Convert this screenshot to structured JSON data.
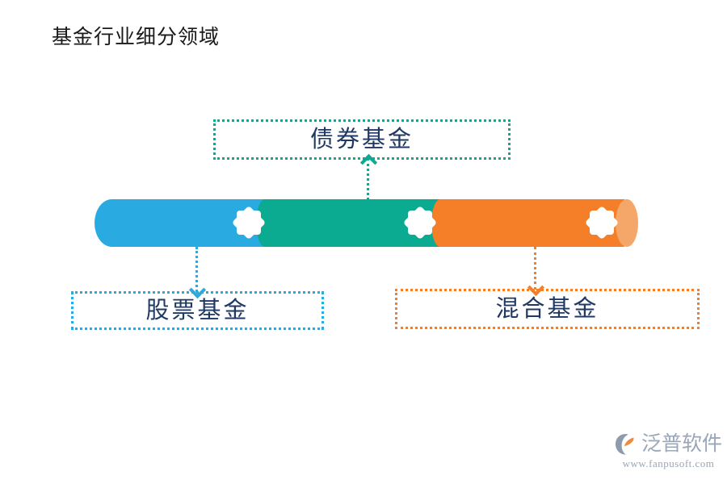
{
  "page": {
    "title": "基金行业细分领域",
    "background_color": "#FFFFFF"
  },
  "colors": {
    "blue": "#29ABE2",
    "green": "#0BAB92",
    "orange": "#F47F28",
    "orange_light": "#F4A768",
    "text_navy": "#1F3864",
    "title_black": "#1A1A1A",
    "watermark_gray": "#9AA7B8"
  },
  "diagram": {
    "type": "cylinder-segments",
    "segments": [
      {
        "id": "blue",
        "label_ref": "stock-fund",
        "color": "#29ABE2",
        "icon": "eight-point-star-icon"
      },
      {
        "id": "green",
        "label_ref": "bond-fund",
        "color": "#0BAB92",
        "icon": "eight-point-star-icon"
      },
      {
        "id": "orange",
        "label_ref": "mixed-fund",
        "color": "#F47F28",
        "icon": "eight-point-star-icon"
      }
    ],
    "labels": {
      "bond_fund": {
        "text": "债券基金",
        "border_color": "#0BAB92",
        "position": "top"
      },
      "stock_fund": {
        "text": "股票基金",
        "border_color": "#29ABE2",
        "position": "bottom-left"
      },
      "mixed_fund": {
        "text": "混合基金",
        "border_color": "#F47F28",
        "position": "bottom-right"
      }
    },
    "connectors": [
      {
        "id": "bond-connector",
        "color": "#0BAB92",
        "direction": "up",
        "arrow": "chevron-up-icon"
      },
      {
        "id": "stock-connector",
        "color": "#29ABE2",
        "direction": "down",
        "arrow": "chevron-down-icon"
      },
      {
        "id": "mixed-connector",
        "color": "#F47F28",
        "direction": "down",
        "arrow": "chevron-down-icon"
      }
    ]
  },
  "watermark": {
    "brand": "泛普软件",
    "url": "www.fanpusoft.com"
  }
}
